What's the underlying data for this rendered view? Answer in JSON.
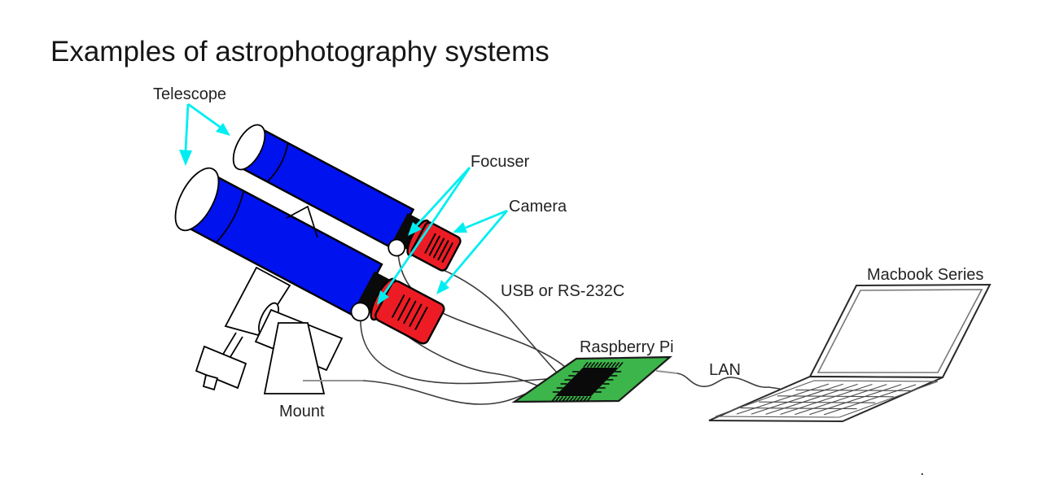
{
  "title": "Examples of astrophotography systems",
  "labels": {
    "telescope": "Telescope",
    "focuser": "Focuser",
    "camera": "Camera",
    "mount": "Mount",
    "usb_rs232c": "USB or RS-232C",
    "raspberry_pi": "Raspberry Pi",
    "lan": "LAN",
    "macbook": "Macbook Series",
    "stray_mark": "."
  },
  "colors": {
    "telescope_blue": "#0012ee",
    "camera_red": "#ed1c24",
    "board_green": "#3cb54a",
    "arrow_cyan": "#00eef2"
  },
  "connections": [
    {
      "from": "Focuser",
      "to": "Raspberry Pi",
      "via": "USB or RS-232C"
    },
    {
      "from": "Camera",
      "to": "Raspberry Pi",
      "via": "USB or RS-232C"
    },
    {
      "from": "Mount",
      "to": "Raspberry Pi",
      "via": "USB or RS-232C"
    },
    {
      "from": "Raspberry Pi",
      "to": "Macbook Series",
      "via": "LAN"
    }
  ]
}
